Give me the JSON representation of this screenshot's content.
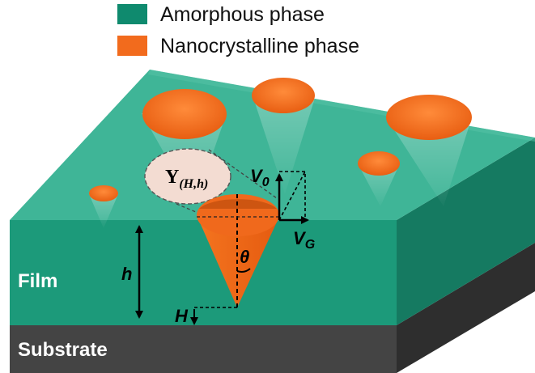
{
  "legend": [
    {
      "label": "Amorphous phase",
      "color": "#0f8a6e"
    },
    {
      "label": "Nanocrystalline phase",
      "color": "#f26b1d"
    }
  ],
  "labels": {
    "film": "Film",
    "substrate": "Substrate",
    "thickness": "h",
    "height_offset": "H",
    "angle": "θ",
    "growth_velocity_vertical": "V",
    "growth_velocity_vertical_sub": "0",
    "growth_velocity_lateral": "V",
    "growth_velocity_lateral_sub": "G",
    "function_symbol": "Y",
    "function_args": "(H,h)"
  },
  "colors": {
    "film_top": "#3fb597",
    "film_front": "#1c9a7a",
    "film_side": "#157a61",
    "substrate_front": "#444444",
    "substrate_side": "#2e2e2e",
    "crystal": "#f26b1d",
    "bubble_fill": "#f3dcd2"
  }
}
